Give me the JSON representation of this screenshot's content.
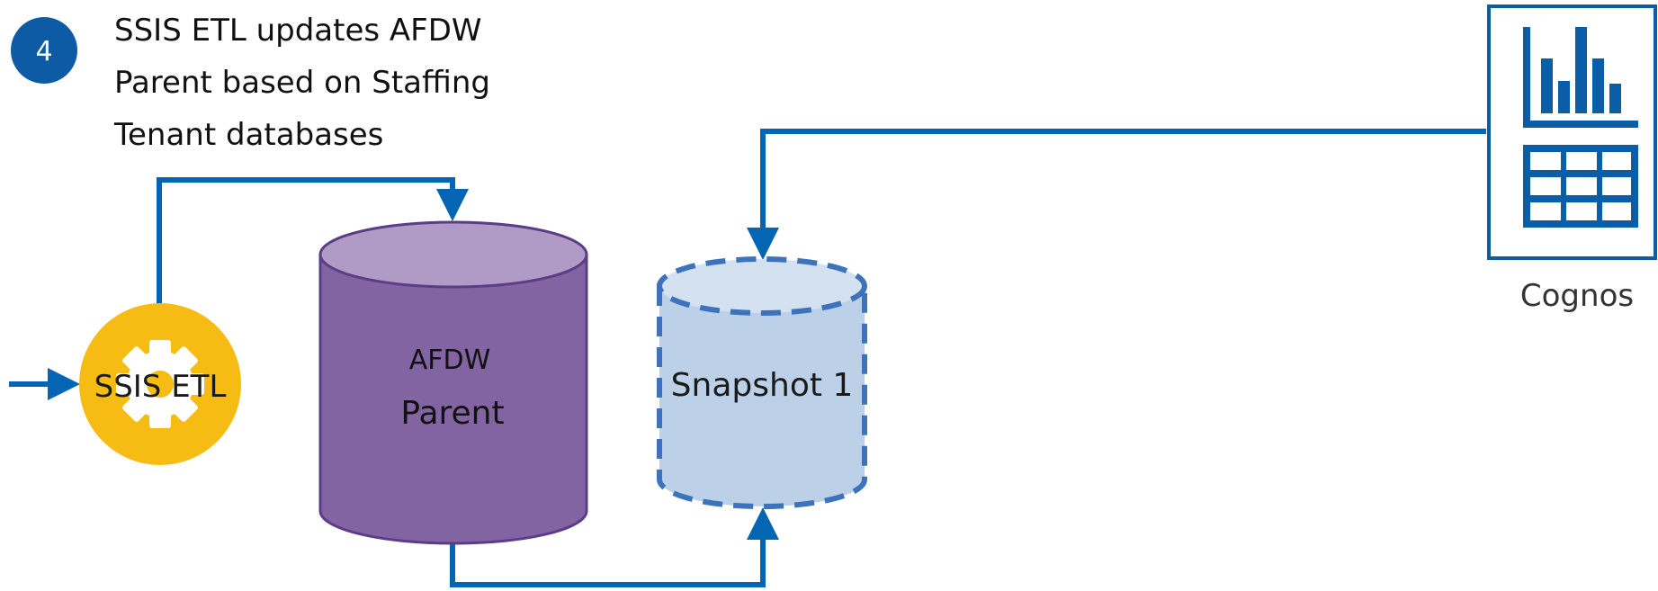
{
  "step": {
    "number": "4",
    "lines": [
      "SSIS ETL updates AFDW",
      "Parent based on Staffing",
      "Tenant databases"
    ]
  },
  "etl": {
    "label": "SSIS ETL"
  },
  "afdw": {
    "label_top": "AFDW",
    "label_bottom": "Parent"
  },
  "snapshot": {
    "label": "Snapshot 1"
  },
  "cognos": {
    "label": "Cognos"
  },
  "colors": {
    "arrow": "#0565b5",
    "badge": "#0d5aa5",
    "etl_circle": "#f7bc14",
    "afdw_body": "#8264a2",
    "afdw_top": "#b09bc6",
    "afdw_stroke": "#5b3d87",
    "snapshot_fill": "#bcd0e8",
    "snapshot_top": "#d4e1f1",
    "snapshot_stroke": "#3d73ba",
    "cognos_blue": "#0a5ea8"
  }
}
